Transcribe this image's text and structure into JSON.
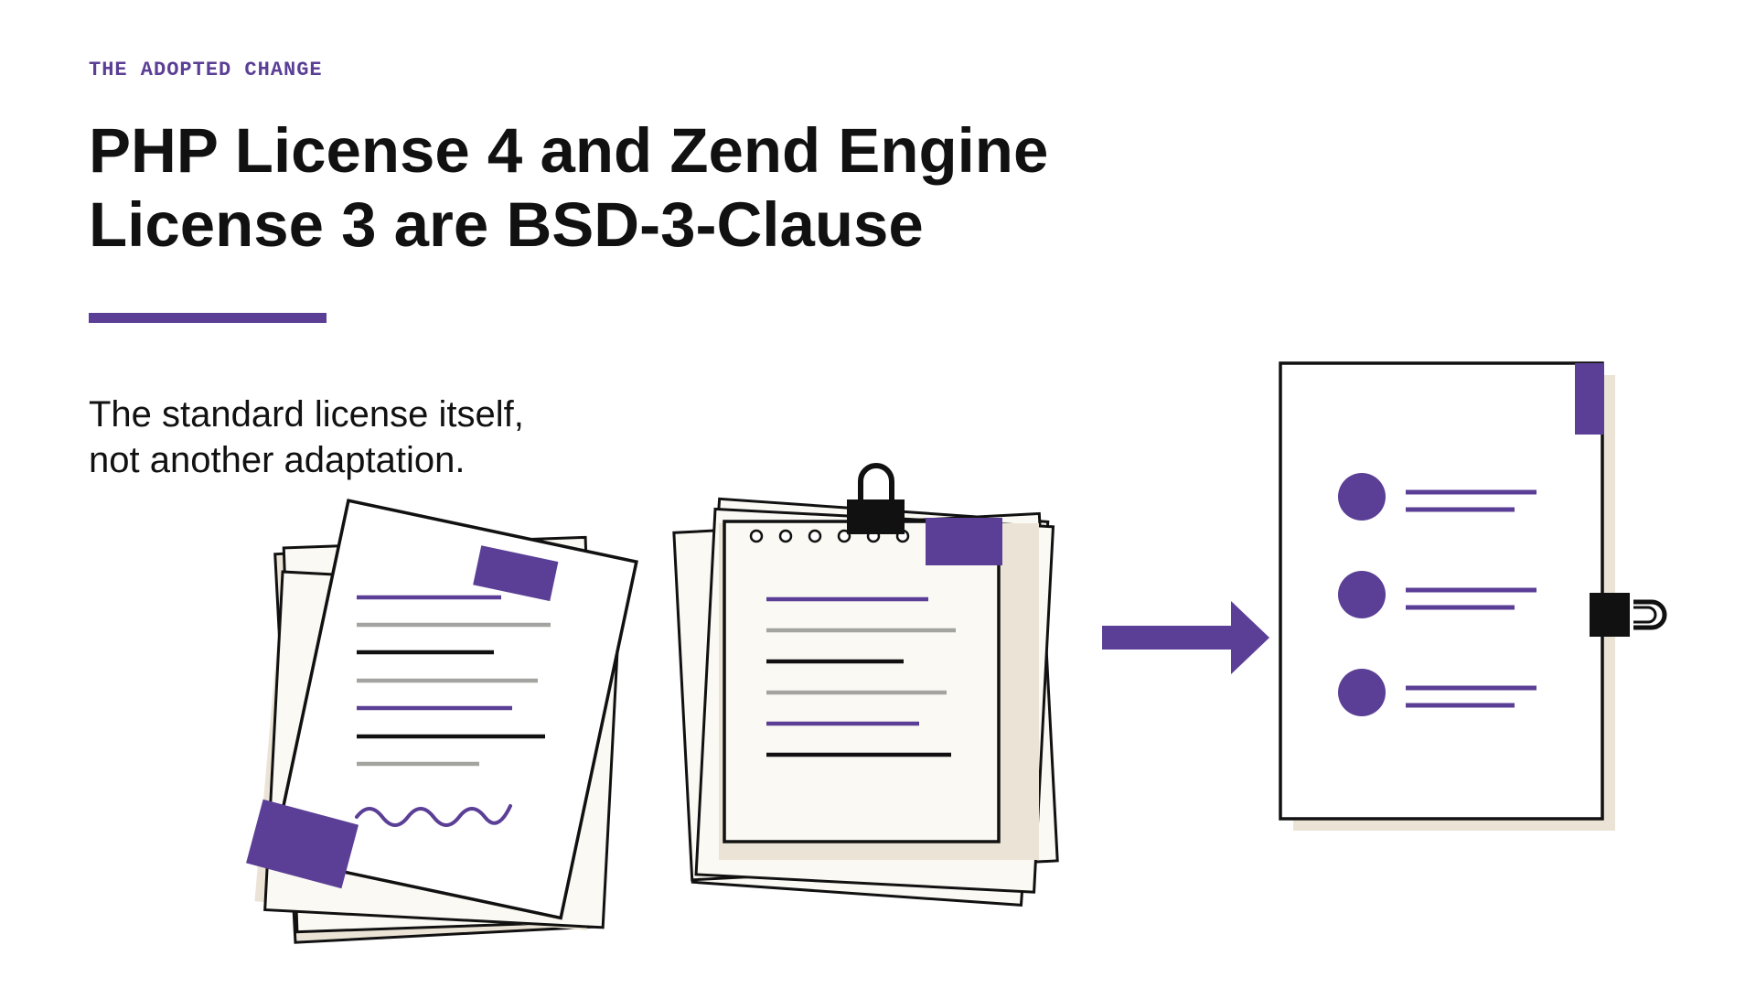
{
  "slide": {
    "eyebrow": "THE ADOPTED CHANGE",
    "title_line1": "PHP License 4 and Zend Engine",
    "title_line2": "License 3 are BSD-3-Clause",
    "subtitle_line1": "The standard license itself,",
    "subtitle_line2": "not another adaptation."
  },
  "colors": {
    "accent": "#5b3f96",
    "ink": "#111111",
    "paper": "#fbf9f3",
    "paper_shade": "#ebe4d6",
    "muted_line": "#a3a3a0"
  },
  "icons": {
    "left_stack": "messy-document-stack-icon",
    "middle_stack": "locked-notepad-stack-icon",
    "arrow": "arrow-right-icon",
    "result": "clean-license-document-icon"
  }
}
